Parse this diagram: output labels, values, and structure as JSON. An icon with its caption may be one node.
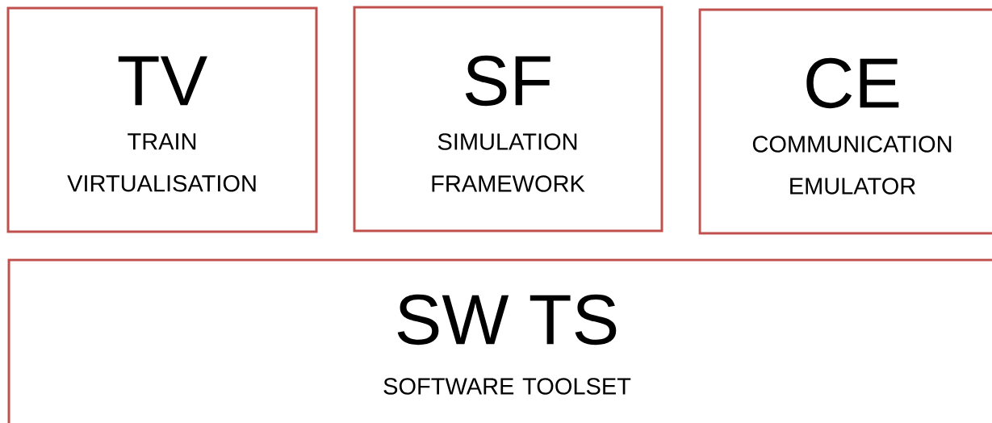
{
  "diagram": {
    "nodes": [
      {
        "text": [
          "TV",
          "TRAIN VIRTUALISATION"
        ]
      },
      {
        "text": [
          "SF",
          "SIMULATION FRAMEWORK"
        ]
      },
      {
        "text": [
          "CE",
          "COMMUNICATION EMULATOR"
        ]
      },
      {
        "text": [
          "SW TS",
          "SOFTWARE TOOLSET"
        ]
      }
    ]
  }
}
